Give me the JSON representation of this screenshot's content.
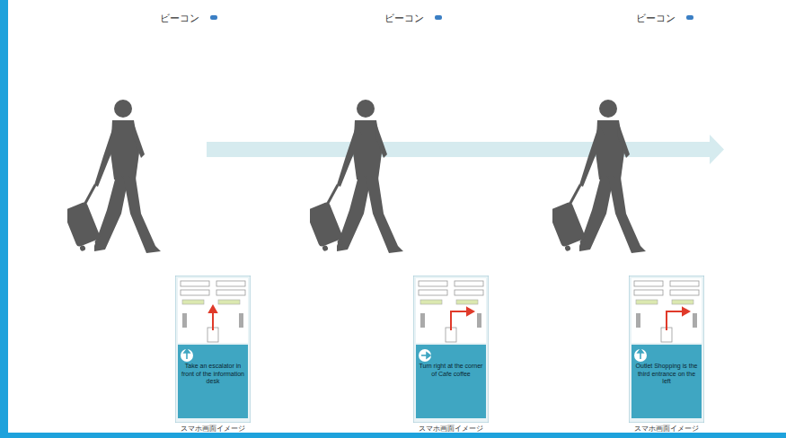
{
  "diagram": {
    "nodes": [
      {
        "text": [
          "Take an escalator in front of the information desk"
        ]
      },
      {
        "text": [
          "Turn right at the corner of Cafe coffee"
        ]
      },
      {
        "text": [
          "Outlet Shopping is the third entrance on the left"
        ]
      }
    ],
    "labels": [
      "ビーコン",
      "ビーコン",
      "ビーコン",
      "スマホ画面イメージ",
      "スマホ画面イメージ",
      "スマホ画面イメージ"
    ]
  }
}
